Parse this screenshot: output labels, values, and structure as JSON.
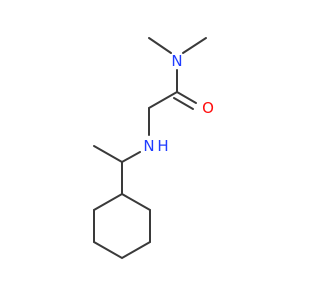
{
  "structure": {
    "atoms": [
      {
        "id": "n-amide",
        "symbol": "N"
      },
      {
        "id": "o-carbonyl",
        "symbol": "O"
      },
      {
        "id": "n-amine",
        "symbol": "N",
        "hydrogens": "H"
      }
    ]
  },
  "colors": {
    "bond": "#3a3a3a",
    "nitrogen": "#1f3cff",
    "oxygen": "#ff0d0d"
  }
}
